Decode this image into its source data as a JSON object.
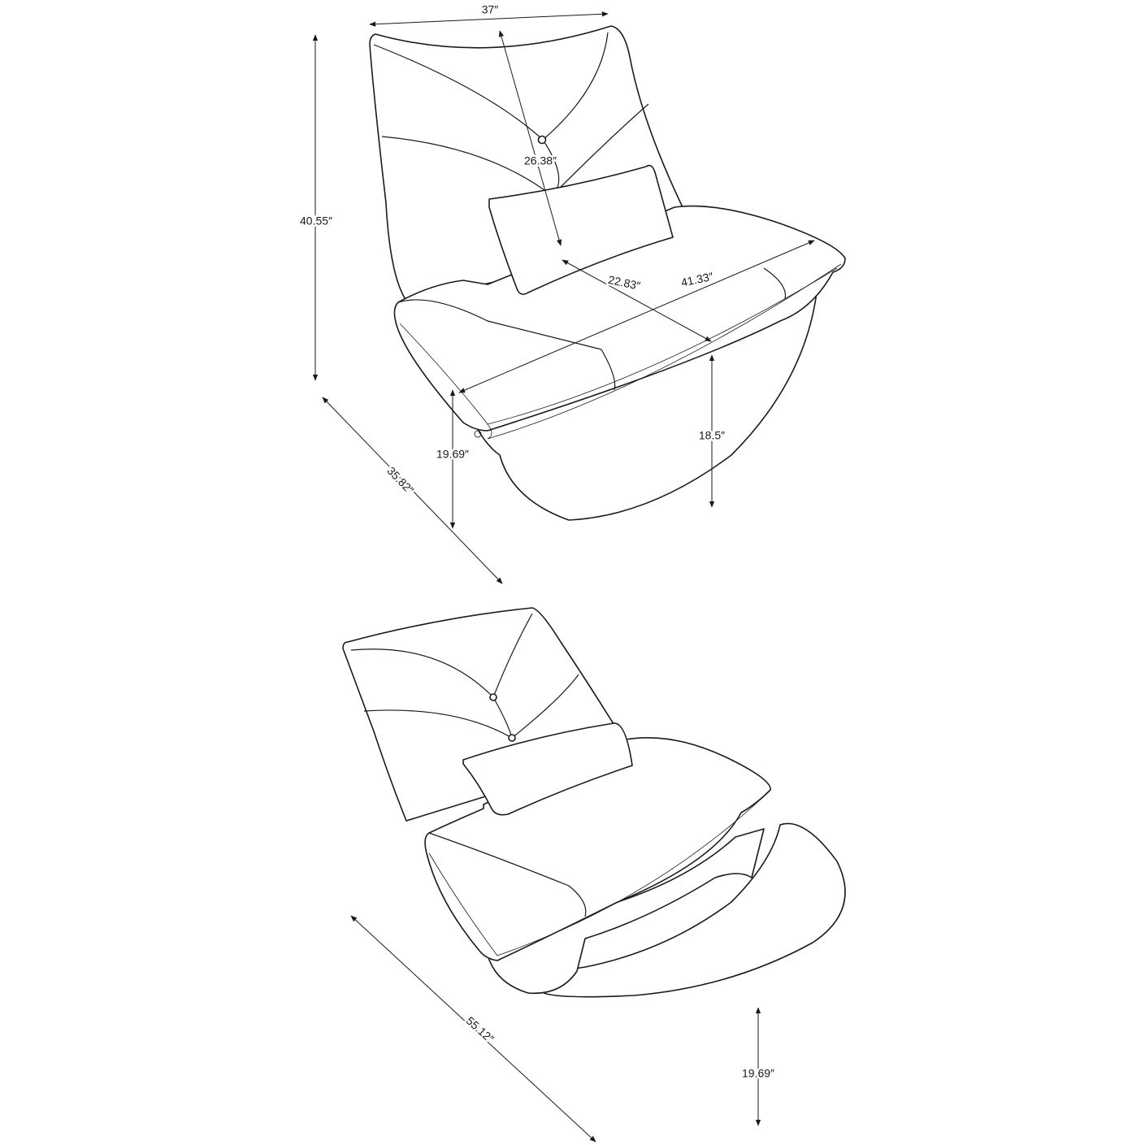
{
  "dimensions": {
    "width_top": "37″",
    "backrest_height": "26.38″",
    "overall_height": "40.55″",
    "seat_depth": "22.83″",
    "overall_width": "41.33″",
    "seat_height": "18.5″",
    "arm_height": "19.69″",
    "overall_depth": "35.82″",
    "reclined_depth": "55.12″",
    "footrest_height": "19.69″"
  },
  "colors": {
    "line": "#1a1a1a",
    "background": "#ffffff"
  }
}
